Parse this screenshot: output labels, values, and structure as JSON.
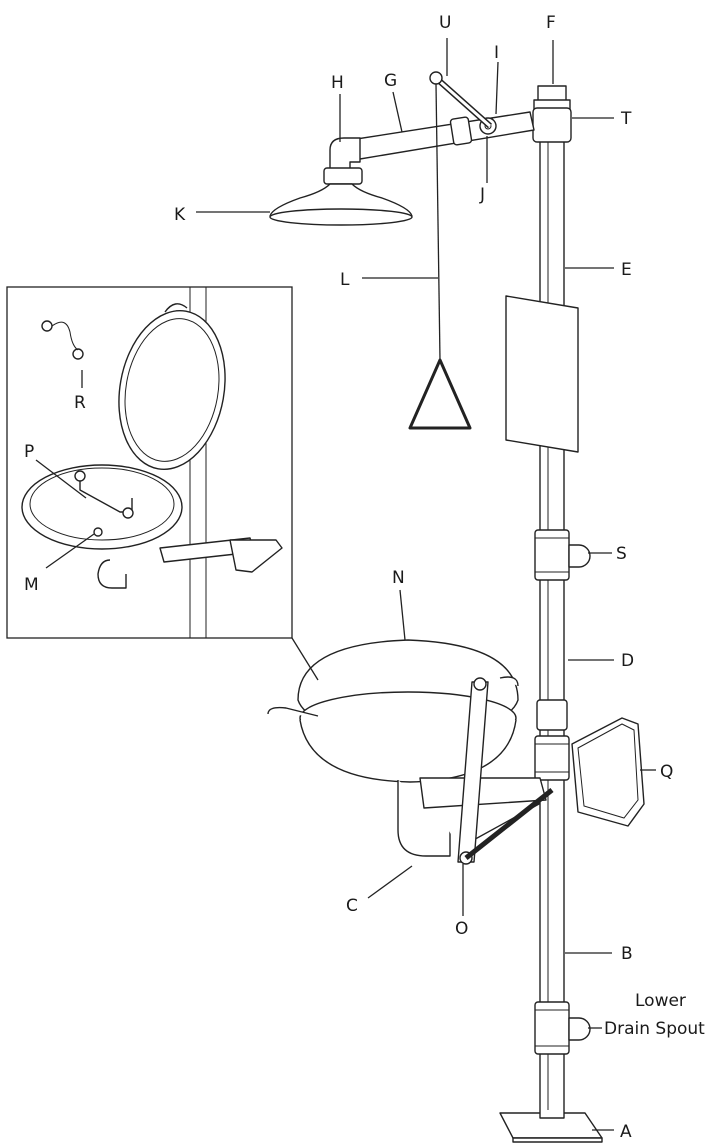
{
  "diagram": {
    "labels": {
      "A": "A",
      "B": "B",
      "C": "C",
      "D": "D",
      "E": "E",
      "F": "F",
      "G": "G",
      "H": "H",
      "I": "I",
      "J": "J",
      "K": "K",
      "L": "L",
      "M": "M",
      "N": "N",
      "O": "O",
      "P": "P",
      "Q": "Q",
      "R": "R",
      "S": "S",
      "T": "T",
      "U": "U"
    },
    "lower_drain_spout": {
      "line1": "Lower",
      "line2": "Drain Spout"
    }
  }
}
